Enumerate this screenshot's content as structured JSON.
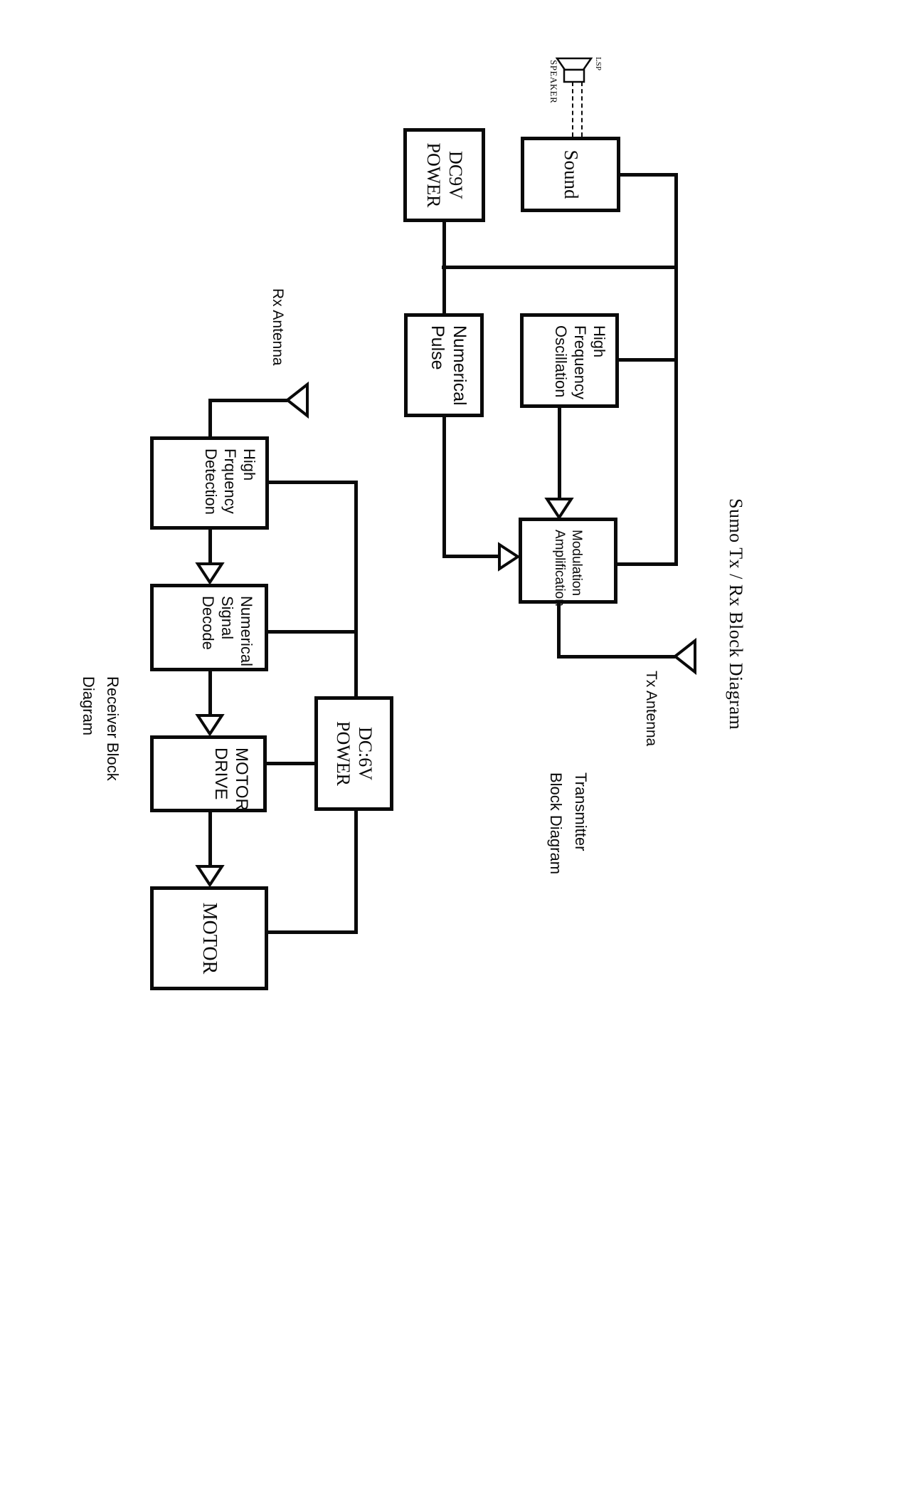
{
  "title": "Sumo Tx / Rx Block Diagram",
  "colors": {
    "ink": "#0a0a0a",
    "background": "#ffffff"
  },
  "transmitter": {
    "section_label_line1": "Transmitter",
    "section_label_line2": "Block Diagram",
    "antenna_label": "Tx Antenna",
    "speaker": {
      "label": "SPEAKER",
      "sublabel": "LSP"
    },
    "boxes": {
      "sound": {
        "lines": [
          "Sound"
        ]
      },
      "dc9v": {
        "lines": [
          "DC9V",
          "POWER"
        ]
      },
      "numerical_pulse": {
        "lines": [
          "Numerical",
          "Pulse"
        ]
      },
      "hf_oscillation": {
        "lines": [
          "High",
          "Frequency",
          "Oscillation"
        ]
      },
      "modulation_amp": {
        "lines": [
          "Modulation",
          "Amplification"
        ]
      }
    }
  },
  "receiver": {
    "section_label_line1": "Receiver Block",
    "section_label_line2": "Diagram",
    "antenna_label": "Rx Antenna",
    "boxes": {
      "hf_detection": {
        "lines": [
          "High",
          "Frquency",
          "Detection"
        ]
      },
      "numerical_decode": {
        "lines": [
          "Numerical",
          "Signal",
          "Decode"
        ]
      },
      "motor_drive": {
        "lines": [
          "MOTOR",
          "DRIVE"
        ]
      },
      "motor": {
        "lines": [
          "MOTOR"
        ]
      },
      "dc6v": {
        "lines": [
          "DC:6V",
          "POWER"
        ]
      }
    }
  }
}
